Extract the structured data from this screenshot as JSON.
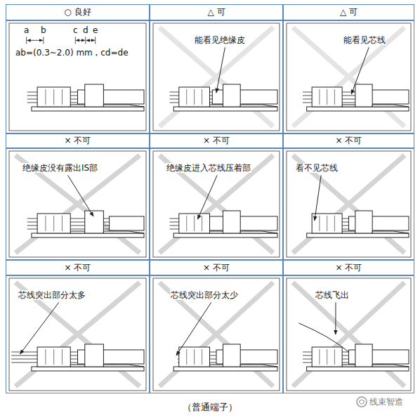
{
  "diagram": {
    "caption": "（普通端子）",
    "nodes": [
      {
        "text": [
          "○ 良好"
        ]
      },
      {
        "text": [
          "△ 可"
        ]
      },
      {
        "text": [
          "△ 可"
        ]
      },
      {
        "text": [
          "a",
          "b",
          "c",
          "d",
          "e",
          "ab=(0.3~2.0) mm , cd=de"
        ]
      },
      {
        "text": [
          "能看见绝缘皮"
        ]
      },
      {
        "text": [
          "能看见芯线"
        ]
      },
      {
        "text": [
          "× 不可"
        ]
      },
      {
        "text": [
          "× 不可"
        ]
      },
      {
        "text": [
          "× 不可"
        ]
      },
      {
        "text": [
          "绝缘皮没有露出IS部"
        ]
      },
      {
        "text": [
          "绝缘皮进入芯线压着部"
        ]
      },
      {
        "text": [
          "看不见芯线"
        ]
      },
      {
        "text": [
          "× 不可"
        ]
      },
      {
        "text": [
          "× 不可"
        ]
      },
      {
        "text": [
          "× 不可"
        ]
      },
      {
        "text": [
          "芯线突出部分太多"
        ]
      },
      {
        "text": [
          "芯线突出部分太少"
        ]
      },
      {
        "text": [
          "芯线飞出"
        ]
      }
    ],
    "labels": [
      "线束智造"
    ]
  }
}
